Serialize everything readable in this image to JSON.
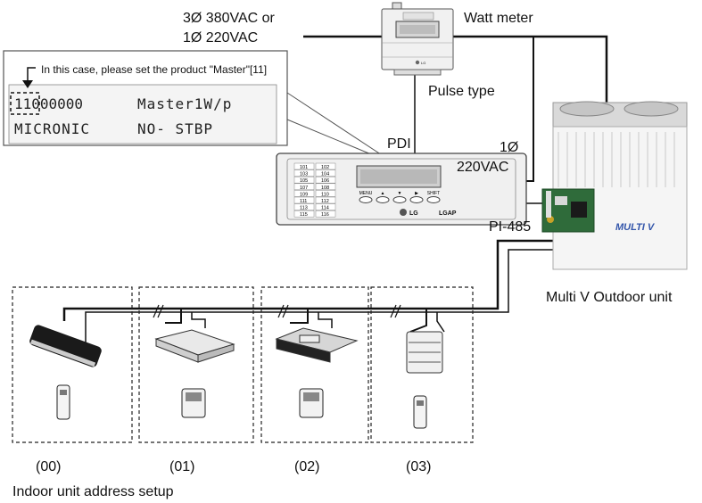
{
  "power": {
    "line1": "3Ø 380VAC or",
    "line2": "1Ø  220VAC"
  },
  "watt_meter": {
    "label": "Watt meter",
    "type_label": "Pulse type",
    "brand": "LG"
  },
  "pdi": {
    "label": "PDI",
    "power_line1": "1Ø",
    "power_line2": "220VAC",
    "table": [
      [
        "101",
        "102"
      ],
      [
        "103",
        "104"
      ],
      [
        "105",
        "106"
      ],
      [
        "107",
        "108"
      ],
      [
        "109",
        "110"
      ],
      [
        "111",
        "112"
      ],
      [
        "113",
        "114"
      ],
      [
        "115",
        "116"
      ]
    ],
    "buttons": [
      "MENU",
      "▲",
      "▼",
      "▶",
      "SHIFT"
    ],
    "brand": "LG",
    "model": "LGAP"
  },
  "lcd": {
    "note": "In this case, please set the product \"Master\"[11]",
    "row1_code": "11000000",
    "row1_text": "Master1W/p",
    "row2_left": "MICRONIC",
    "row2_right": "NO- STBP"
  },
  "pi485": {
    "label": "PI-485"
  },
  "outdoor": {
    "label": "Multi V Outdoor unit",
    "brand": "MULTI V"
  },
  "indoor": {
    "addresses": [
      "(00)",
      "(01)",
      "(02)",
      "(03)"
    ],
    "caption": "Indoor unit address setup"
  },
  "colors": {
    "line": "#111111",
    "dash": "#222222",
    "lcd_bg": "#f4f4f4",
    "board": "#2f6b3a"
  }
}
